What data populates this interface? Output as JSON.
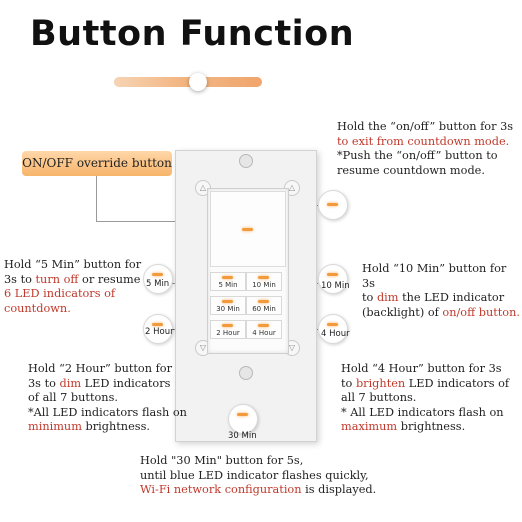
{
  "title": "Button Function",
  "override_label": "ON/OFF override button",
  "notes": {
    "onoff_1": "Hold the “on/off” button for 3s",
    "onoff_2_red": "to exit from countdown mode.",
    "onoff_3": "*Push the “on/off” button to",
    "onoff_4": "resume countdown mode.",
    "min5_1a": "Hold “5 Min” button for",
    "min5_2a": "3s to ",
    "min5_2b_red": "turn off",
    "min5_2c": " or resume",
    "min5_3_red": "6 LED indicators of",
    "min5_4_red": "countdown.",
    "min10_1": "Hold “10 Min” button for 3s",
    "min10_2a": "to ",
    "min10_2b_red": "dim",
    "min10_2c": " the LED indicator",
    "min10_3a": "(backlight) of ",
    "min10_3b_red": "on/off button.",
    "hr2_1": "Hold “2 Hour” button for",
    "hr2_2a": "3s to ",
    "hr2_2b_red": "dim",
    "hr2_2c": " LED indicators",
    "hr2_3": "of all 7 buttons.",
    "hr2_4": "*All LED indicators flash on",
    "hr2_5_red": "minimum",
    "hr2_5b": " brightness.",
    "hr4_1": "Hold “4 Hour” button for 3s",
    "hr4_2a": "to ",
    "hr4_2b_red": "brighten",
    "hr4_2c": " LED indicators of",
    "hr4_3": "all 7 buttons.",
    "hr4_4": "* All LED indicators flash on",
    "hr4_5_red": "maximum",
    "hr4_5b": " brightness.",
    "min30_1": "Hold \"30 Min\" button for 5s,",
    "min30_2": "until blue LED indicator flashes quickly,",
    "min30_3_red": "Wi-Fi network configuration",
    "min30_3b": " is displayed."
  },
  "bubbles": {
    "min5": "5 Min",
    "min10": "10 Min",
    "hr2": "2 Hour",
    "hr4": "4 Hour",
    "min30": "30 Min"
  },
  "buttons": {
    "min5": "5 Min",
    "min10": "10 Min",
    "min30": "30 Min",
    "min60": "60 Min",
    "hr2": "2 Hour",
    "hr4": "4 Hour"
  },
  "colors": {
    "accent_red": "#c0392b",
    "led_orange": "#f29b3c",
    "override_bg": "#f7b46a"
  }
}
